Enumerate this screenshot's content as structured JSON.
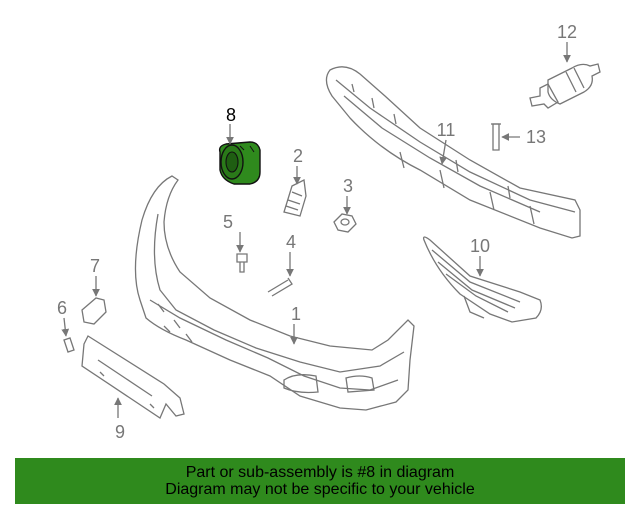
{
  "diagram": {
    "highlighted_part": "8",
    "highlight_color": "#2f8a1d",
    "callouts": {
      "p1": "1",
      "p2": "2",
      "p3": "3",
      "p4": "4",
      "p5": "5",
      "p6": "6",
      "p7": "7",
      "p8": "8",
      "p9": "9",
      "p10": "10",
      "p11": "11",
      "p12": "12",
      "p13": "13"
    }
  },
  "banner": {
    "line1": "Part or sub-assembly is #8 in diagram",
    "line2": "Diagram may not be specific to your vehicle",
    "background": "#2f8a1d"
  }
}
